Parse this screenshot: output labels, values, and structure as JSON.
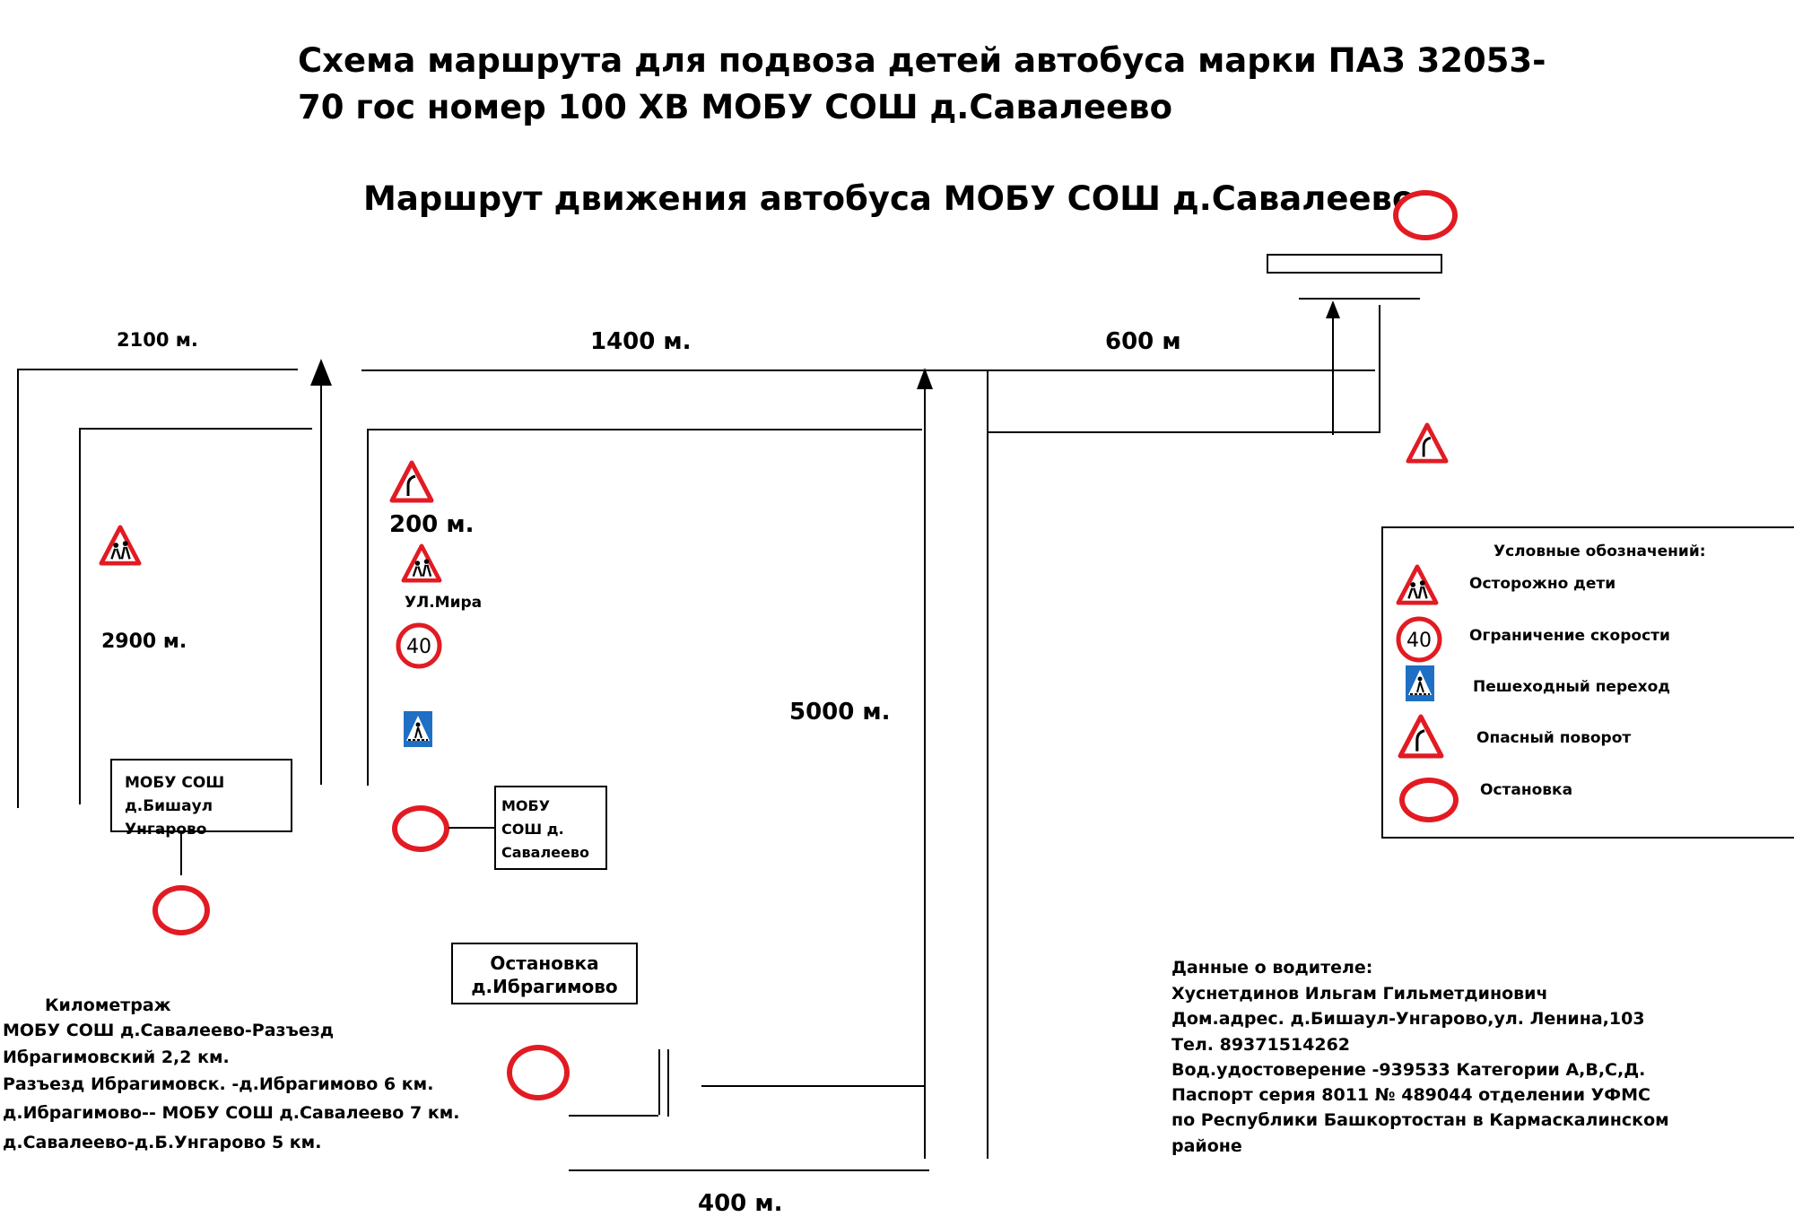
{
  "title": {
    "line1": "Схема маршрута для подвоза детей автобуса марки ПАЗ 32053-",
    "line2": "70 гос номер 100 ХВ МОБУ СОШ д.Савалеево"
  },
  "subtitle": "Маршрут движения автобуса МОБУ СОШ д.Савалеево",
  "distances": {
    "d2100": "2100 м.",
    "d1400": "1400 м.",
    "d600": "600 м",
    "d200": "200 м.",
    "d2900": "2900 м.",
    "d5000": "5000 м.",
    "d400": "400 м."
  },
  "street": "УЛ.Мира",
  "speed_limit": "40",
  "boxes": {
    "bishaul": {
      "line1": "МОБУ СОШ",
      "line2": "д.Бишаул Унгарово"
    },
    "savaleevo": {
      "line1": "МОБУ",
      "line2": "СОШ д.",
      "line3": "Савалеево"
    },
    "ibragimovo": {
      "line1": "Остановка",
      "line2": "д.Ибрагимово"
    }
  },
  "legend": {
    "title": "Условные обозначений:",
    "items": [
      {
        "icon": "children-crossing-icon",
        "label": "Осторожно дети"
      },
      {
        "icon": "speed-limit-icon",
        "label": "Ограничение скорости"
      },
      {
        "icon": "pedestrian-crossing-icon",
        "label": "Пешеходный переход"
      },
      {
        "icon": "dangerous-turn-icon",
        "label": "Опасный поворот"
      },
      {
        "icon": "bus-stop-icon",
        "label": "Остановка"
      }
    ]
  },
  "mileage": {
    "title": "Километраж",
    "lines": [
      "МОБУ СОШ д.Савалеево-Разъезд",
      "Ибрагимовский  2,2 км.",
      "Разъезд Ибрагимовск.  -д.Ибрагимово 6 км.",
      "д.Ибрагимово-- МОБУ СОШ д.Савалеево 7 км.",
      "д.Савалеево-д.Б.Унгарово 5 км."
    ]
  },
  "driver": {
    "lines": [
      "Данные о водителе:",
      "Хуснетдинов Ильгам Гильметдинович",
      " Дом.адрес. д.Бишаул-Унгарово,ул. Ленина,103",
      "Тел. 89371514262",
      " Вод.удостоверение -939533 Категории А,В,С,Д.",
      "Паспорт серия 8011 № 489044 отделении УФМС",
      "по Республики Башкортостан в Кармаскалинском",
      "районе"
    ]
  },
  "colors": {
    "sign_red": "#e21b23",
    "sign_blue": "#1f6fc5",
    "ink": "#000000"
  }
}
